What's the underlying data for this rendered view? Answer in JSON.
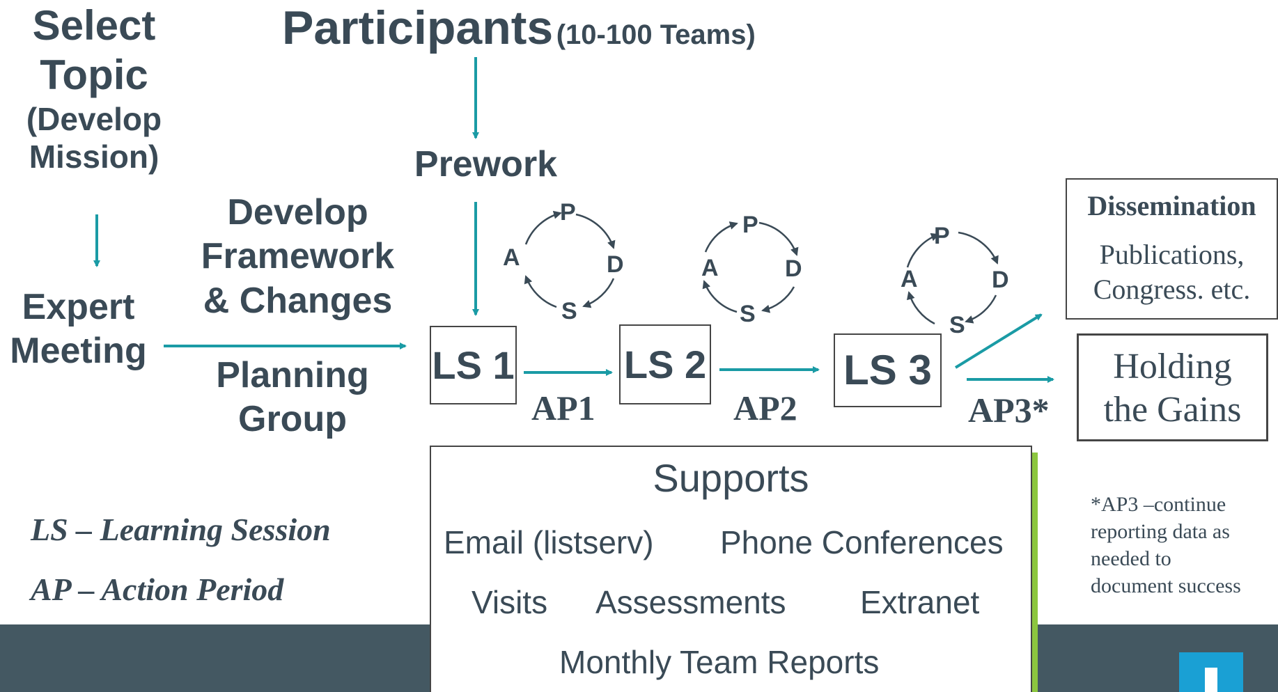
{
  "select_topic": {
    "line1": "Select",
    "line2": "Topic",
    "line3": "(Develop",
    "line4": "Mission)"
  },
  "participants": {
    "main": "Participants",
    "sub": "(10-100 Teams)"
  },
  "prework": "Prework",
  "expert_meeting": {
    "line1": "Expert",
    "line2": "Meeting"
  },
  "develop_framework": {
    "line1": "Develop",
    "line2": "Framework",
    "line3": "& Changes"
  },
  "planning_group": {
    "line1": "Planning",
    "line2": "Group"
  },
  "learning_sessions": [
    "LS 1",
    "LS 2",
    "LS 3"
  ],
  "action_periods": [
    "AP1",
    "AP2",
    "AP3*"
  ],
  "pdsa_labels": {
    "p": "P",
    "d": "D",
    "s": "S",
    "a": "A"
  },
  "dissemination": {
    "title": "Dissemination",
    "line1": "Publications,",
    "line2": "Congress. etc."
  },
  "holding": {
    "line1": "Holding",
    "line2": "the Gains"
  },
  "supports": {
    "title": "Supports",
    "items": [
      "Email (listserv)",
      "Phone Conferences",
      "Visits",
      "Assessments",
      "Extranet",
      "Monthly Team Reports"
    ]
  },
  "legend": {
    "ls": "LS – Learning Session",
    "ap": "AP – Action Period"
  },
  "footnote": {
    "line1": "*AP3 –continue",
    "line2": "reporting data as",
    "line3": "needed to",
    "line4": "document success"
  },
  "colors": {
    "arrow": "#1a9ba5",
    "text": "#3a4a56",
    "footer": "#445862",
    "logo": "#1aa0d4",
    "shadow": "#8cc63f"
  }
}
